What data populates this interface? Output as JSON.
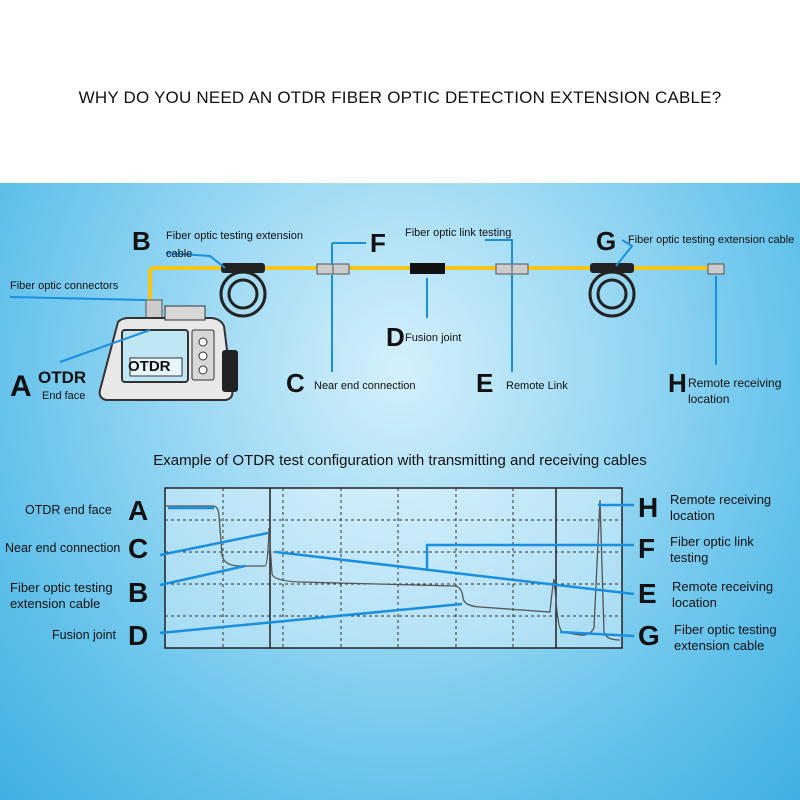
{
  "title": "WHY DO YOU NEED AN OTDR FIBER OPTIC DETECTION EXTENSION CABLE?",
  "top_diagram": {
    "letters": {
      "A": "A",
      "B": "B",
      "C": "C",
      "D": "D",
      "E": "E",
      "F": "F",
      "G": "G",
      "H": "H"
    },
    "labels": {
      "fiber_optic_connectors": "Fiber optic connectors",
      "b_label": "Fiber optic testing extension cable",
      "f_label": "Fiber optic link testing",
      "g_label": "Fiber optic testing extension cable",
      "d_label": "Fusion joint",
      "a_otdr": "OTDR",
      "a_end_face": "End face",
      "c_label": "Near end connection",
      "e_label": "Remote Link",
      "h_label": "Remote receiving location",
      "device_screen": "OTDR"
    }
  },
  "caption": "Example of OTDR test configuration with transmitting and receiving cables",
  "trace_diagram": {
    "left_labels": [
      {
        "text": "OTDR end face",
        "letter": "A"
      },
      {
        "text": "Near end connection",
        "letter": "C"
      },
      {
        "text": "Fiber optic testing extension cable",
        "letter": "B"
      },
      {
        "text": "Fusion joint",
        "letter": "D"
      }
    ],
    "right_labels": [
      {
        "text": "Remote receiving location",
        "letter": "H"
      },
      {
        "text": "Fiber optic link testing",
        "letter": "F"
      },
      {
        "text": "Remote receiving location",
        "letter": "E"
      },
      {
        "text": "Fiber optic testing extension cable",
        "letter": "G"
      }
    ]
  },
  "colors": {
    "cable": "#f5c518",
    "pointer": "#1a8fe0",
    "trace": "#555555"
  }
}
